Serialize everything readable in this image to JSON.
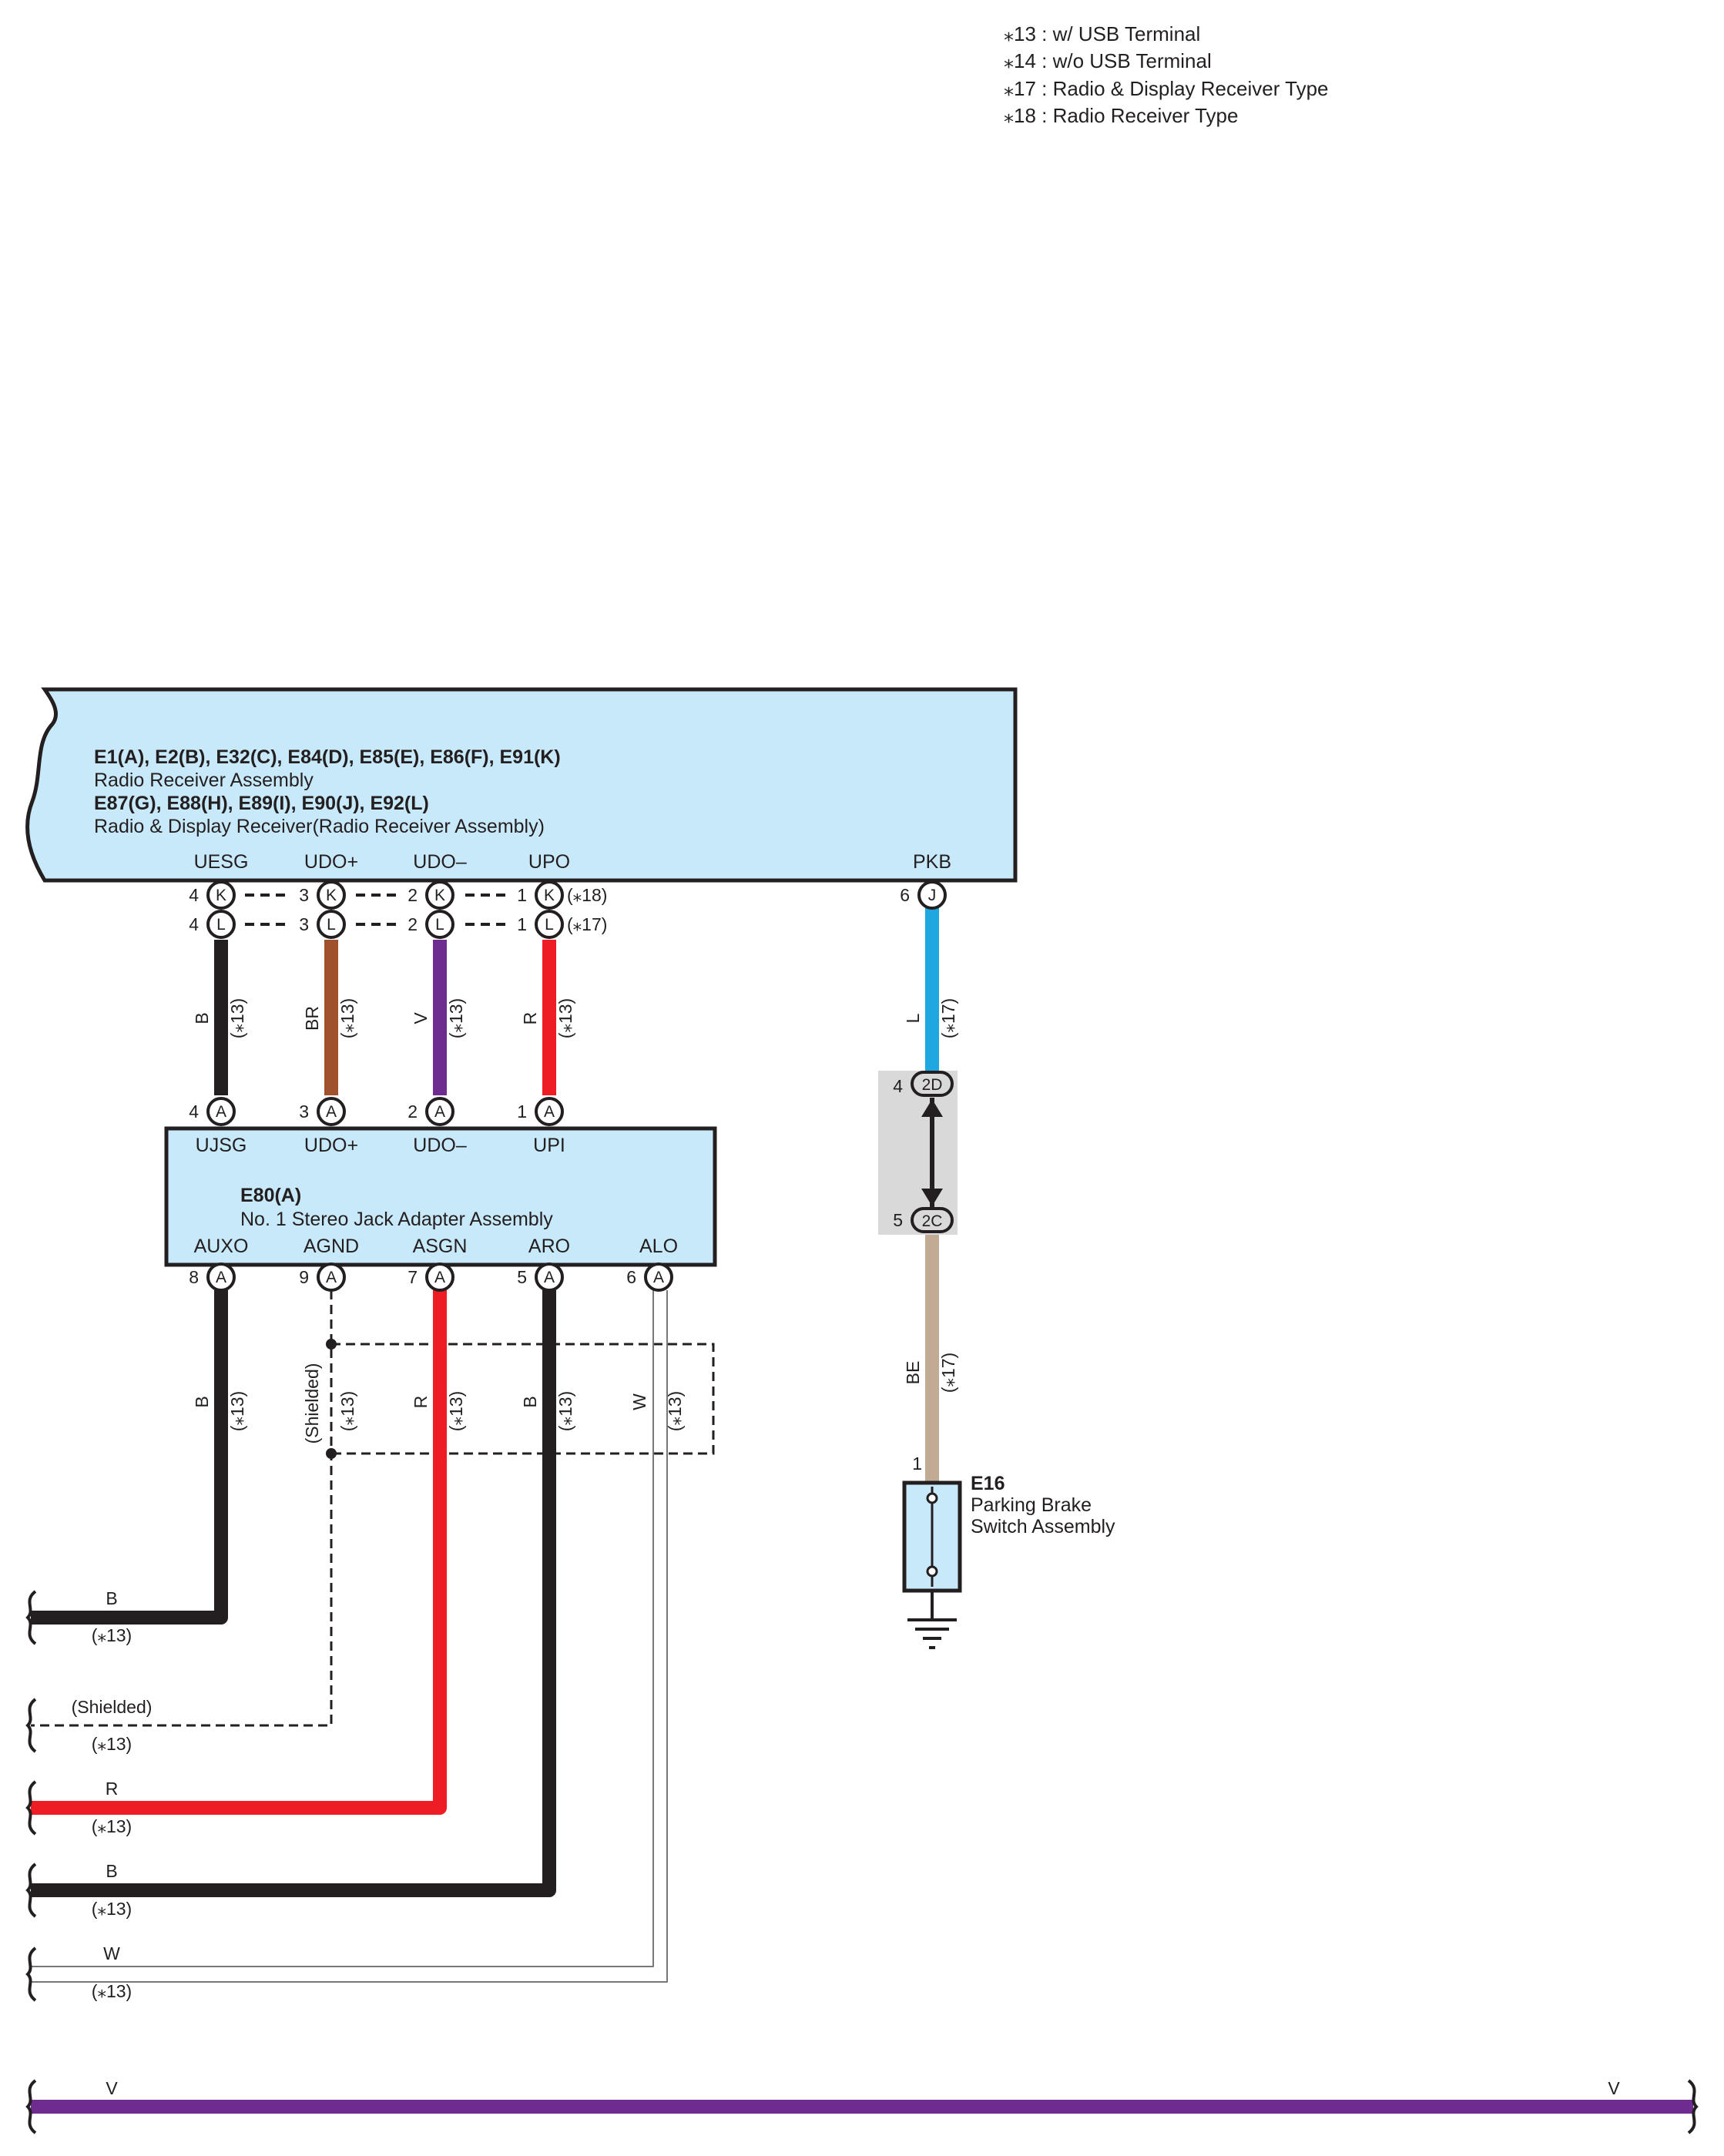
{
  "notes": [
    "⁎13 : w/ USB Terminal",
    "⁎14 : w/o USB Terminal",
    "⁎17 : Radio & Display Receiver Type",
    "⁎18 : Radio Receiver Type"
  ],
  "radio": {
    "title1": "E1(A), E2(B), E32(C), E84(D), E85(E), E86(F), E91(K)",
    "sub1": "Radio Receiver Assembly",
    "title2": "E87(G), E88(H), E89(I), E90(J), E92(L)",
    "sub2": "Radio & Display Receiver(Radio Receiver Assembly)",
    "pins": [
      {
        "name": "UESG",
        "num": "4",
        "conn_top": "K",
        "conn_bot": "L"
      },
      {
        "name": "UDO+",
        "num": "3",
        "conn_top": "K",
        "conn_bot": "L"
      },
      {
        "name": "UDO–",
        "num": "2",
        "conn_top": "K",
        "conn_bot": "L"
      },
      {
        "name": "UPO",
        "num": "1",
        "conn_top": "K",
        "conn_bot": "L"
      }
    ],
    "pin_notes": [
      "(⁎18)",
      "(⁎17)"
    ],
    "pkb": {
      "name": "PKB",
      "num": "6",
      "conn": "J"
    }
  },
  "wires_upper": [
    {
      "color_code": "B",
      "note": "(⁎13)",
      "hex": "#231f20"
    },
    {
      "color_code": "BR",
      "note": "(⁎13)",
      "hex": "#a0522d"
    },
    {
      "color_code": "V",
      "note": "(⁎13)",
      "hex": "#6e2c91"
    },
    {
      "color_code": "R",
      "note": "(⁎13)",
      "hex": "#ee1c25"
    }
  ],
  "pkb_wire": {
    "color_code": "L",
    "note": "(⁎17)",
    "hex": "#1ea7e1"
  },
  "junction": {
    "top": {
      "num": "4",
      "conn": "2D"
    },
    "bottom": {
      "num": "5",
      "conn": "2C"
    }
  },
  "be_wire": {
    "color_code": "BE",
    "note": "(⁎17)",
    "hex": "#c2ab95"
  },
  "jack": {
    "title": "E80(A)",
    "sub": "No. 1 Stereo Jack Adapter Assembly",
    "top_pins": [
      {
        "name": "UJSG",
        "num": "4",
        "conn": "A"
      },
      {
        "name": "UDO+",
        "num": "3",
        "conn": "A"
      },
      {
        "name": "UDO–",
        "num": "2",
        "conn": "A"
      },
      {
        "name": "UPI",
        "num": "1",
        "conn": "A"
      }
    ],
    "bottom_pins": [
      {
        "name": "AUXO",
        "num": "8",
        "conn": "A"
      },
      {
        "name": "AGND",
        "num": "9",
        "conn": "A"
      },
      {
        "name": "ASGN",
        "num": "7",
        "conn": "A"
      },
      {
        "name": "ARO",
        "num": "5",
        "conn": "A"
      },
      {
        "name": "ALO",
        "num": "6",
        "conn": "A"
      }
    ]
  },
  "wires_lower": [
    {
      "color_code": "B",
      "note": "(⁎13)",
      "hex": "#231f20"
    },
    {
      "color_code": "(Shielded)",
      "note": "(⁎13)",
      "hex": "#231f20"
    },
    {
      "color_code": "R",
      "note": "(⁎13)",
      "hex": "#ee1c25"
    },
    {
      "color_code": "B",
      "note": "(⁎13)",
      "hex": "#231f20"
    },
    {
      "color_code": "W",
      "note": "(⁎13)",
      "hex": "#888888"
    }
  ],
  "exits": [
    {
      "label": "B",
      "note": "(⁎13)"
    },
    {
      "label": "(Shielded)",
      "note": "(⁎13)"
    },
    {
      "label": "R",
      "note": "(⁎13)"
    },
    {
      "label": "B",
      "note": "(⁎13)"
    },
    {
      "label": "W",
      "note": "(⁎13)"
    }
  ],
  "parking": {
    "id": "E16",
    "name1": "Parking Brake",
    "name2": "Switch Assembly",
    "pin": "1"
  },
  "bottom_bus": {
    "left_label": "V",
    "right_label": "V",
    "hex": "#6e2c91"
  },
  "colors": {
    "box_fill": "#c8e9fa",
    "box_stroke": "#231f20",
    "junction_fill": "#d9d9d9"
  }
}
